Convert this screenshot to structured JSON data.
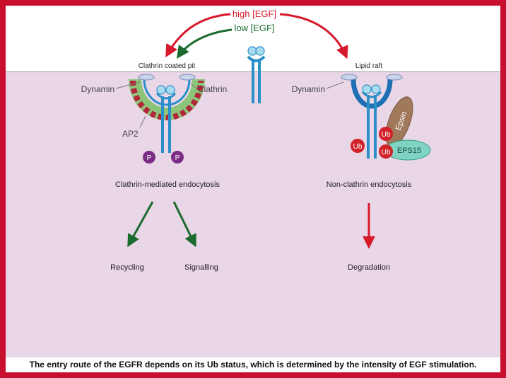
{
  "top": {
    "high_egf": "high [EGF]",
    "low_egf": "low [EGF]"
  },
  "left": {
    "pit_title": "Clathrin coated pit",
    "dynamin": "Dynamin",
    "clathrin": "Clathrin",
    "ap2": "AP2",
    "phospho": "P",
    "pathway": "Clathrin-mediated endocytosis",
    "outcome_1": "Recycling",
    "outcome_2": "Signalling"
  },
  "right": {
    "raft_title": "Lipid raft",
    "dynamin": "Dynamin",
    "epsin": "Epsin",
    "ub": "Ub",
    "eps15": "EPS15",
    "pathway": "Non-clathrin endocytosis",
    "outcome": "Degradation"
  },
  "caption": "The entry route of the EGFR depends on its Ub status, which is determined by the intensity of EGF stimulation.",
  "colors": {
    "frame": "#c8102e",
    "cytoplasm": "#e9d7e7",
    "high_arrow": "#d7192b",
    "low_arrow": "#1b6a2e",
    "receptor": "#2a8fc8",
    "ligand": "#a9dcef",
    "clathrin_coat": "#b3263a",
    "ap2_coat": "#8cc47a",
    "phospho": "#7b2d86",
    "ub": "#d2232a",
    "epsin": "#a0785a",
    "eps15": "#7fd3c2"
  }
}
